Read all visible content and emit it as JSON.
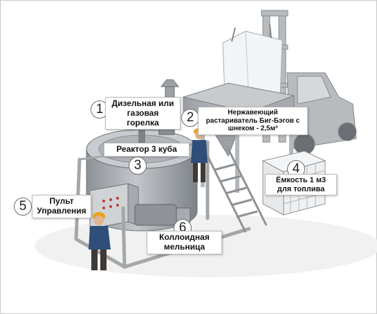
{
  "callouts": [
    {
      "num": "1",
      "text": "Дизельная или газовая горелка"
    },
    {
      "num": "2",
      "text": "Нержавеющий растариватель Биг-Бэгов с шнеком - 2,5м³"
    },
    {
      "num": "3",
      "text": "Реактор 3 куба"
    },
    {
      "num": "4",
      "text": "Ёмкость 1 м3 для топлива"
    },
    {
      "num": "5",
      "text": "Пульт Управления"
    },
    {
      "num": "6",
      "text": "Коллоидная мельница"
    }
  ],
  "colors": {
    "steel": "#9ea3a8",
    "steel_dark": "#6f7378",
    "frame": "#b3b6b9",
    "helmet": "#e8a21a",
    "shirt": "#2f4f7a",
    "tote": "#e9ecee"
  }
}
